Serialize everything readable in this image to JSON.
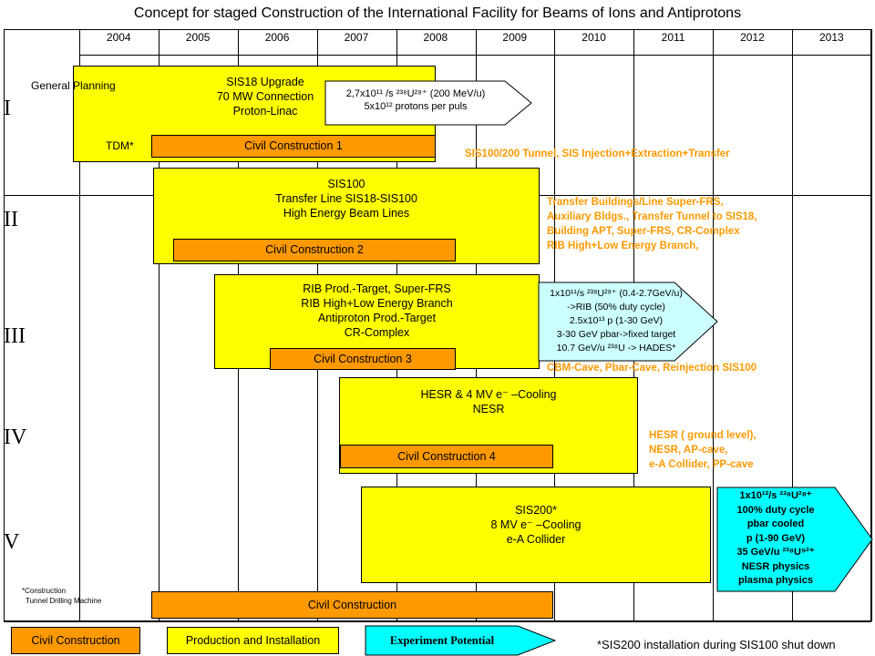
{
  "title": "Concept for staged Construction of the International Facility for Beams of Ions and Antiprotons",
  "years": [
    "2004",
    "2005",
    "2006",
    "2007",
    "2008",
    "2009",
    "2010",
    "2011",
    "2012",
    "2013"
  ],
  "phases": [
    "I",
    "II",
    "III",
    "IV",
    "V"
  ],
  "general_planning": "General Planning",
  "tdm_label": "TDM*",
  "footnote_line1": "*Construction",
  "footnote_line2": "Tunnel Drilling Machine",
  "stage1": {
    "yellow": [
      "SIS18 Upgrade",
      "70 MW Connection",
      "Proton-Linac"
    ],
    "civil": "Civil Construction 1",
    "arrow_line1": "2,7x10¹¹ /s ²³⁸U²⁸⁺ (200 MeV/u)",
    "arrow_line2": "5x10¹² protons per puls",
    "orange_note": "SIS100/200 Tunnel, SIS Injection+Extraction+Transfer"
  },
  "stage2": {
    "yellow": [
      "SIS100",
      "Transfer Line SIS18-SIS100",
      "High Energy Beam Lines"
    ],
    "civil": "Civil Construction 2",
    "orange_note": [
      "Transfer Buildings/Line Super-FRS,",
      "Auxiliary Bldgs., Transfer Tunnel to SIS18,",
      "Building APT, Super-FRS, CR-Complex",
      "RIB High+Low Energy Branch,"
    ]
  },
  "stage3": {
    "yellow": [
      "RIB Prod.-Target, Super-FRS",
      "RIB High+Low Energy Branch",
      "Antiproton Prod.-Target",
      "CR-Complex"
    ],
    "civil": "Civil Construction 3",
    "arrow": [
      "1x10¹¹/s ²³⁸U²⁸⁺ (0.4-2.7GeV/u)",
      "->RIB  (50% duty cycle)",
      "2.5x10¹³ p (1-30 GeV)",
      "3-30 GeV pbar->fixed target",
      "10.7 GeV/u ²³⁸U -> HADES*"
    ],
    "orange_note": "CBM-Cave,  Pbar-Cave,  Reinjection SIS100"
  },
  "stage4": {
    "yellow": [
      "HESR & 4 MV e⁻ –Cooling",
      "NESR"
    ],
    "civil": "Civil Construction 4",
    "orange_note": [
      "HESR ( ground level),",
      "NESR, AP-cave,",
      "e-A Collider, PP-cave"
    ]
  },
  "stage5": {
    "yellow": [
      "SIS200*",
      "8 MV e⁻ –Cooling",
      "e-A Collider"
    ],
    "civil": "Civil Construction",
    "arrow": [
      "1x10¹²/s ²³⁸U²⁸⁺",
      "100% duty cycle",
      "pbar cooled",
      "p (1-90 GeV)",
      "35 GeV/u ²³⁸U⁹²⁺",
      "NESR physics",
      "plasma physics"
    ]
  },
  "legend": {
    "civil": "Civil Construction",
    "production": "Production and Installation",
    "experiment": "Experiment Potential",
    "note": "*SIS200 installation during SIS100 shut down"
  },
  "colors": {
    "yellow": "#ffff00",
    "orange": "#ff9900",
    "cyan": "#00ffff",
    "pale_cyan": "#ccffff",
    "orange_text": "#ff9900"
  }
}
